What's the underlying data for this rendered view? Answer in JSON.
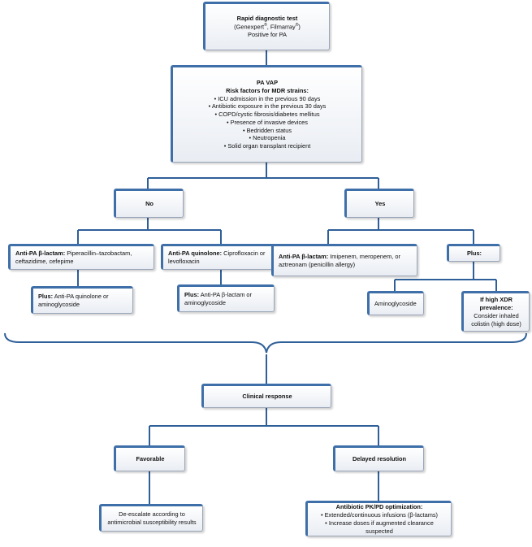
{
  "rapid_test": {
    "title": "Rapid diagnostic test",
    "line2_a": "(Genexpert",
    "line2_reg1": "®",
    "line2_b": ", Filmarray",
    "line2_reg2": "®",
    "line2_c": ")",
    "line3": "Positive for PA"
  },
  "pa_vap": {
    "title": "PA VAP",
    "subtitle": "Risk factors for MDR strains:",
    "items": [
      "• ICU admission in the previous 90 days",
      "• Antibiotic exposure in the previous 30 days",
      "• COPD/cystic fibrosis/diabetes mellitus",
      "• Presence of invasive devices",
      "• Bedridden status",
      "• Neutropenia",
      "• Solid organ transplant recipient"
    ]
  },
  "no_branch": {
    "label": "No",
    "beta_lactam": {
      "bold": "Anti-PA β-lactam:",
      "text": " Piperacillin–tazobactam, ceftazidime, cefepime"
    },
    "beta_plus": {
      "bold": "Plus:",
      "text": " Anti-PA quinolone or aminoglycoside"
    },
    "quinolone": {
      "bold": "Anti-PA quinolone:",
      "text": " Ciprofloxacin or levofloxacin"
    },
    "quin_plus": {
      "bold": "Plus:",
      "text": " Anti-PA β-lactam or aminoglycoside"
    }
  },
  "yes_branch": {
    "label": "Yes",
    "beta_lactam": {
      "bold": "Anti-PA β-lactam:",
      "text": " Imipenem, meropenem, or aztreonam (penicillin allergy)"
    },
    "plus": "Plus:",
    "aminoglycoside": "Aminoglycoside",
    "xdr": {
      "bold": "If high XDR prevalence:",
      "text": " Consider inhaled colistin (high dose)"
    }
  },
  "clinical_response": "Clinical response",
  "favorable": "Favorable",
  "delayed": "Delayed resolution",
  "deescalate": "De-escalate according to antimicrobial susceptibility results",
  "pkpd": {
    "title": "Antibiotic PK/PD optimization:",
    "items": [
      "• Extended/continuous infusions (β-lactams)",
      "• Increase doses if augmented clearance suspected"
    ]
  }
}
